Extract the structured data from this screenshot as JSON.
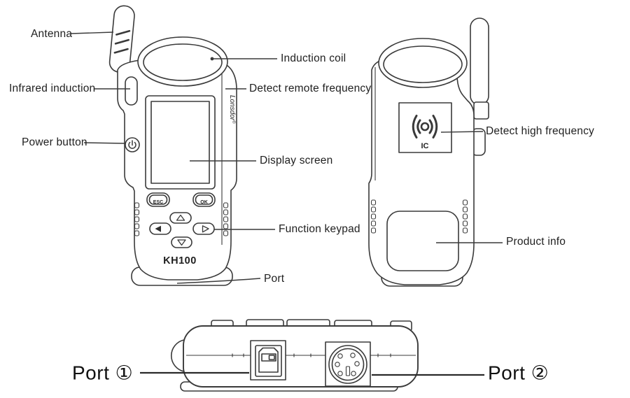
{
  "colors": {
    "line": "#3a3a3a",
    "text": "#1f1f1f",
    "brand_gray": "#b3b3b3"
  },
  "front_view": {
    "model": "KH100",
    "brand": "Lonsdor",
    "brand_mark": "®",
    "esc_key": "ESC",
    "ok_key": "OK",
    "labels": {
      "antenna": "Antenna",
      "infrared": "Infrared induction",
      "power": "Power button",
      "induction_coil": "Induction coil",
      "detect_remote": "Detect remote frequency",
      "display": "Display screen",
      "keypad": "Function keypad",
      "port": "Port"
    }
  },
  "back_view": {
    "ic_label": "IC",
    "labels": {
      "detect_high": "Detect high frequency",
      "product_info": "Product info"
    }
  },
  "bottom_view": {
    "labels": {
      "port1": "Port ①",
      "port2": "Port ②"
    }
  }
}
